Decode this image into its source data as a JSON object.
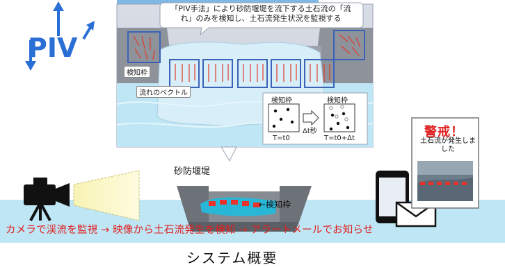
{
  "logo_text": "PIV",
  "callout_text": "「PIV手法」により砂防堰堤を流下する土石流の「流れ」のみを検知し、土石流発生状況を監視する",
  "detect_frame_label": "検知枠",
  "flow_vector_label": "流れのベクトル",
  "piv_panel": {
    "box_left_title": "検知枠",
    "box_right_title": "検知枠",
    "time_step_label": "Δt秒",
    "caption_left": "T=t0",
    "caption_right": "T=t0+Δt"
  },
  "dam_label": "砂防堰堤",
  "dam_detect_label": "←検知枠",
  "alert_title": "警戒！",
  "alert_body": "土石流が発生しました",
  "bottom_caption": "カメラで渓流を監視 → 映像から土石流発生を検知 → アラートメールでお知らせ",
  "overview_title": "システム概要",
  "colors": {
    "accent_red": "#e02020",
    "logo_blue": "#2a6fd6",
    "water_blue": "#bfe6f5",
    "frame_blue": "#3a63b8"
  }
}
